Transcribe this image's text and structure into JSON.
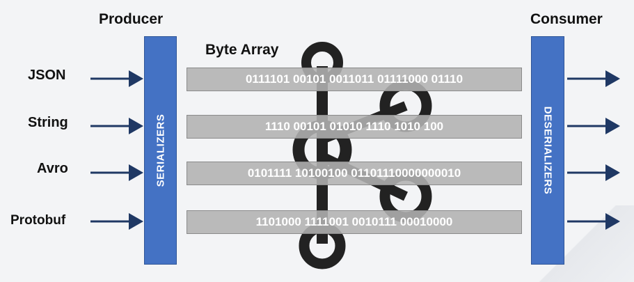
{
  "titles": {
    "producer": "Producer",
    "consumer": "Consumer",
    "byte_array": "Byte Array"
  },
  "formats": [
    "JSON",
    "String",
    "Avro",
    "Protobuf"
  ],
  "serializers": {
    "label": "SERIALIZERS",
    "color": "#4472c4"
  },
  "deserializers": {
    "label": "DESERIALIZERS",
    "color": "#4472c4"
  },
  "byte_rows": [
    "0111101 00101 0011011 01111000 01110",
    "1110 00101 01010 1110 1010 100",
    "0101111 10100100 01101110000000010",
    "1101000 1111001 0010111 00010000"
  ],
  "icons": {
    "logo": "kafka-logo-icon",
    "arrow": "arrow-right-icon"
  },
  "colors": {
    "arrow": "#1f3864",
    "logo": "#222222",
    "row_fill": "#b2b2b2"
  }
}
